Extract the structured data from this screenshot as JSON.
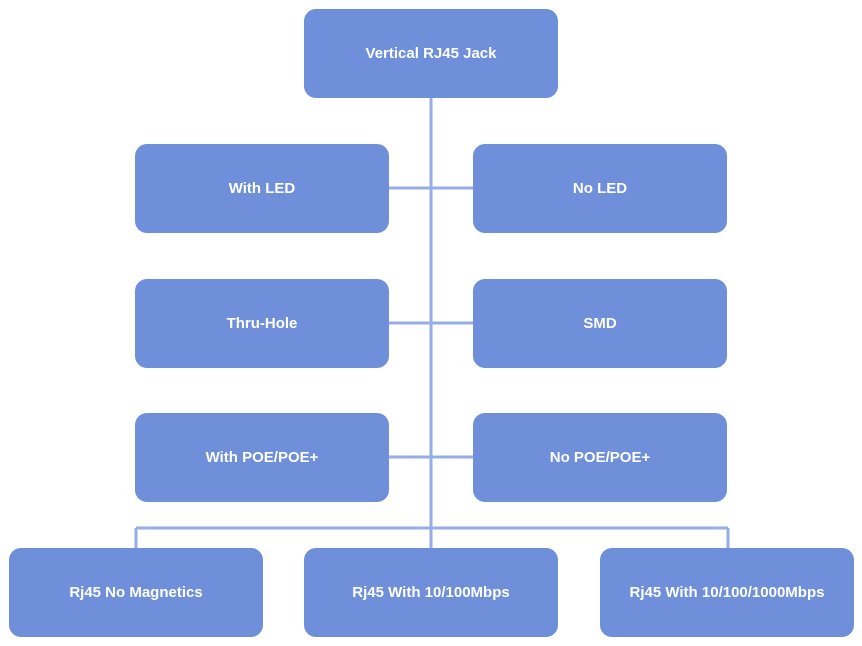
{
  "colors": {
    "node_fill": "#6f8fdb",
    "connector": "#95aee3",
    "text": "#ffffff"
  },
  "nodes": {
    "root": "Vertical RJ45 Jack",
    "with_led": "With LED",
    "no_led": "No LED",
    "thru_hole": "Thru-Hole",
    "smd": "SMD",
    "with_poe": "With POE/POE+",
    "no_poe": "No POE/POE+",
    "no_magnetics": "Rj45 No Magnetics",
    "mbps_100": "Rj45 With 10/100Mbps",
    "mbps_1000": "Rj45 With 10/100/1000Mbps"
  }
}
